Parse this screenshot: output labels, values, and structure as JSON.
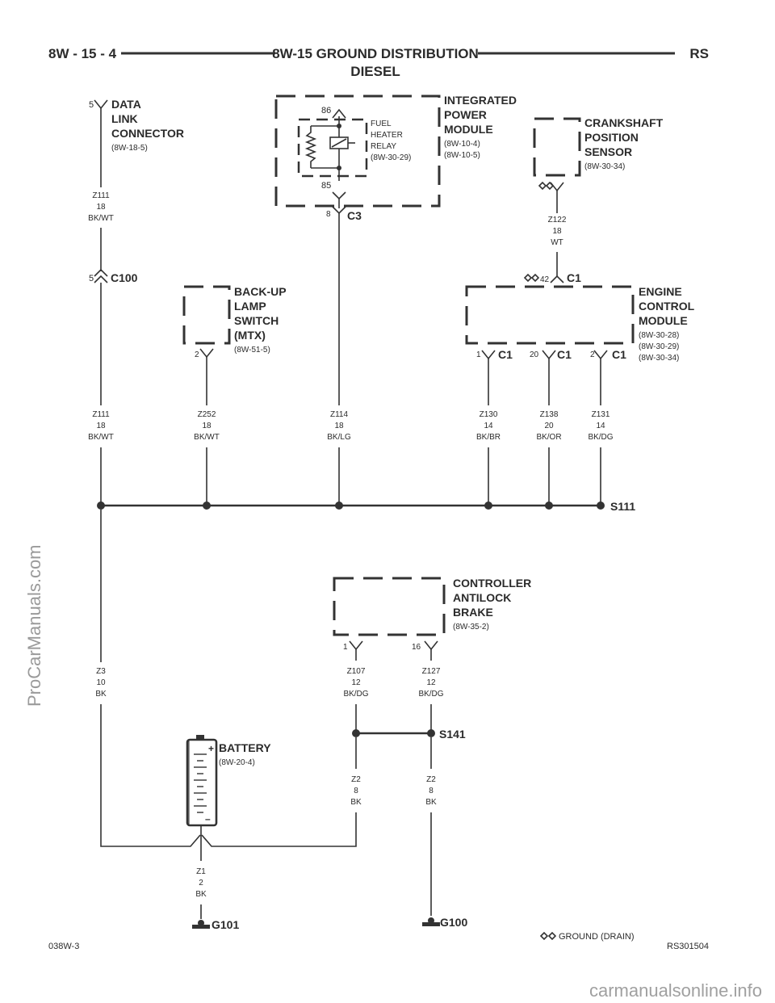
{
  "header": {
    "page_number": "8W - 15 - 4",
    "title_line1": "8W-15 GROUND DISTRIBUTION",
    "title_line2": "DIESEL",
    "model": "RS"
  },
  "footer": {
    "left_code": "038W-3",
    "right_code": "RS301504",
    "legend_text": "GROUND (DRAIN)"
  },
  "watermarks": {
    "left": "ProCarManuals.com",
    "bottom": "carmanualsonline.info"
  },
  "components": {
    "dlc": {
      "line1": "DATA",
      "line2": "LINK",
      "line3": "CONNECTOR",
      "ref": "(8W-18-5)",
      "pin": "5"
    },
    "ipm": {
      "line1": "INTEGRATED",
      "line2": "POWER",
      "line3": "MODULE",
      "ref1": "(8W-10-4)",
      "ref2": "(8W-10-5)",
      "pin": "8",
      "connector": "C3"
    },
    "relay": {
      "line1": "FUEL",
      "line2": "HEATER",
      "line3": "RELAY",
      "ref": "(8W-30-29)",
      "pin_top": "86",
      "pin_bottom": "85"
    },
    "ckp": {
      "line1": "CRANKSHAFT",
      "line2": "POSITION",
      "line3": "SENSOR",
      "ref": "(8W-30-34)"
    },
    "c100": {
      "pin": "5",
      "name": "C100"
    },
    "backup": {
      "line1": "BACK-UP",
      "line2": "LAMP",
      "line3": "SWITCH",
      "line4": "(MTX)",
      "ref": "(8W-51-5)",
      "pin": "2"
    },
    "ecm": {
      "line1": "ENGINE",
      "line2": "CONTROL",
      "line3": "MODULE",
      "ref1": "(8W-30-28)",
      "ref2": "(8W-30-29)",
      "ref3": "(8W-30-34)",
      "top_pin": "42",
      "top_conn": "C1",
      "pins": [
        "1",
        "20",
        "2"
      ],
      "conns": [
        "C1",
        "C1",
        "C1"
      ]
    },
    "s111": "S111",
    "cab": {
      "line1": "CONTROLLER",
      "line2": "ANTILOCK",
      "line3": "BRAKE",
      "ref": "(8W-35-2)",
      "pin_a": "1",
      "pin_b": "16"
    },
    "s141": "S141",
    "battery": {
      "name": "BATTERY",
      "ref": "(8W-20-4)",
      "plus": "+",
      "minus": "–"
    },
    "g101": "G101",
    "g100": "G100"
  },
  "wires": {
    "z111_top": [
      "Z111",
      "18",
      "BK/WT"
    ],
    "z122": [
      "Z122",
      "18",
      "WT"
    ],
    "z111": [
      "Z111",
      "18",
      "BK/WT"
    ],
    "z252": [
      "Z252",
      "18",
      "BK/WT"
    ],
    "z114": [
      "Z114",
      "18",
      "BK/LG"
    ],
    "z130": [
      "Z130",
      "14",
      "BK/BR"
    ],
    "z138": [
      "Z138",
      "20",
      "BK/OR"
    ],
    "z131": [
      "Z131",
      "14",
      "BK/DG"
    ],
    "z3": [
      "Z3",
      "10",
      "BK"
    ],
    "z107": [
      "Z107",
      "12",
      "BK/DG"
    ],
    "z127": [
      "Z127",
      "12",
      "BK/DG"
    ],
    "z2a": [
      "Z2",
      "8",
      "BK"
    ],
    "z2b": [
      "Z2",
      "8",
      "BK"
    ],
    "z1": [
      "Z1",
      "2",
      "BK"
    ]
  }
}
